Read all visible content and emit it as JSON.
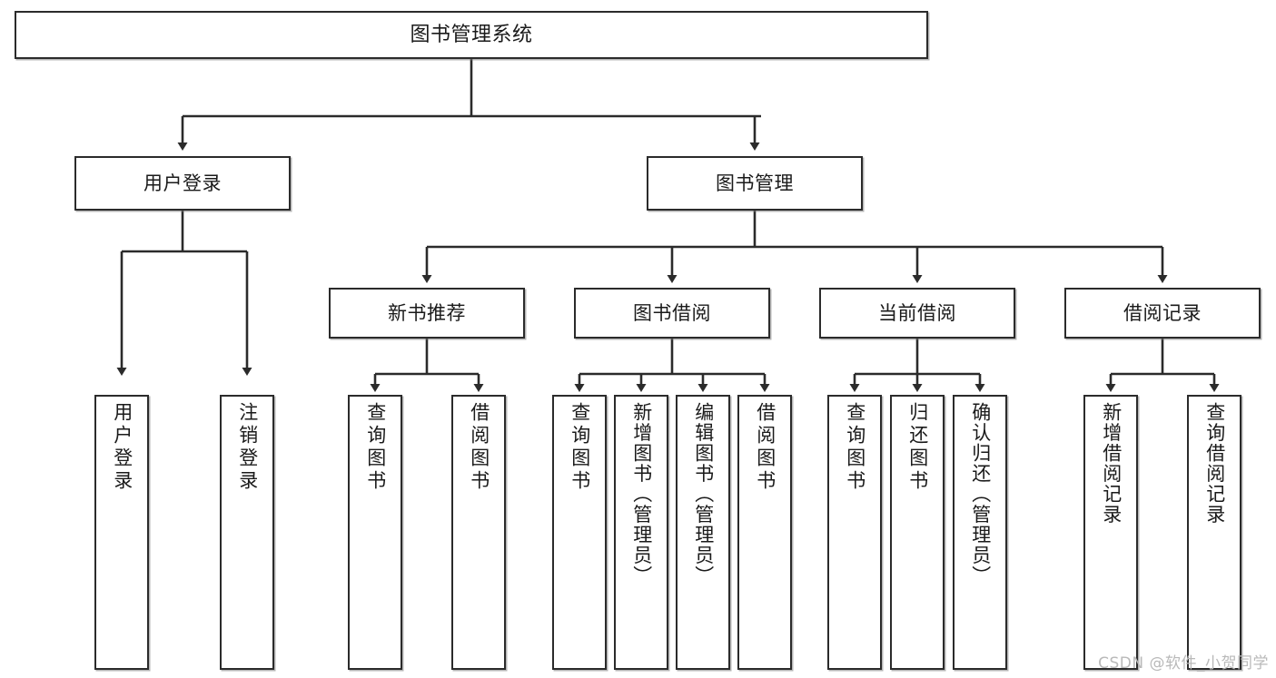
{
  "diagram": {
    "type": "tree-hierarchy-diagram",
    "title": "图书管理系统",
    "root": {
      "label": "图书管理系统"
    },
    "level2": [
      {
        "label": "用户登录"
      },
      {
        "label": "图书管理"
      }
    ],
    "level3": [
      {
        "label": "新书推荐"
      },
      {
        "label": "图书借阅"
      },
      {
        "label": "当前借阅"
      },
      {
        "label": "借阅记录"
      }
    ],
    "leaves": {
      "user_login": [
        {
          "label": "用户登录"
        },
        {
          "label": "注销登录"
        }
      ],
      "new_book_recommend": [
        {
          "label": "查询图书"
        },
        {
          "label": "借阅图书"
        }
      ],
      "book_borrow": [
        {
          "label": "查询图书"
        },
        {
          "label": "新增图书（管理员）"
        },
        {
          "label": "编辑图书（管理员）"
        },
        {
          "label": "借阅图书"
        }
      ],
      "current_borrow": [
        {
          "label": "查询图书"
        },
        {
          "label": "归还图书"
        },
        {
          "label": "确认归还（管理员）"
        }
      ],
      "borrow_record": [
        {
          "label": "新增借阅记录"
        },
        {
          "label": "查询借阅记录"
        }
      ]
    }
  },
  "watermark": {
    "text": "CSDN @软件_小贺同学"
  },
  "colors": {
    "stroke": "#2b2b2b",
    "fill": "#ffffff",
    "text": "#1a1a1a",
    "watermark": "#b9b9b9"
  }
}
